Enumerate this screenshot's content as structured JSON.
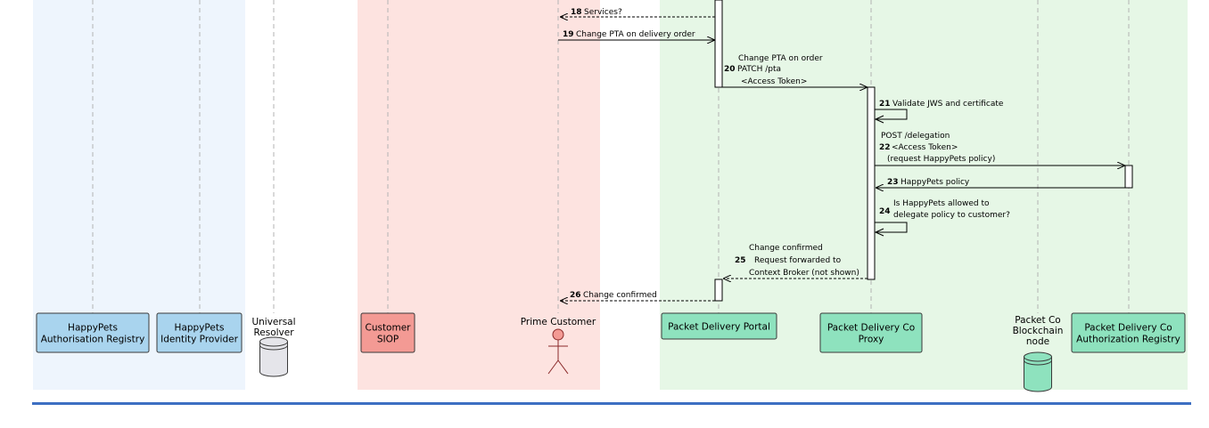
{
  "colors": {
    "box_blue": "#eef5fd",
    "box_red": "#fde3e0",
    "box_green": "#e6f7e6",
    "participant_blue": "#a9d4ee",
    "participant_red": "#f39a94",
    "participant_green": "#8ee2be",
    "lifeline": "#b3b3b3",
    "footer_rule": "#3d6fc2"
  },
  "participants": [
    {
      "name": "happypets-authorisation-registry",
      "lines": [
        "HappyPets",
        "Authorisation Registry"
      ],
      "shape": "rect",
      "group": "blue"
    },
    {
      "name": "happypets-identity-provider",
      "lines": [
        "HappyPets",
        "Identity Provider"
      ],
      "shape": "rect",
      "group": "blue"
    },
    {
      "name": "universal-resolver",
      "lines": [
        "Universal",
        "Resolver"
      ],
      "shape": "database",
      "group": "none"
    },
    {
      "name": "customer-siop",
      "lines": [
        "Customer",
        "SIOP"
      ],
      "shape": "rect",
      "group": "red"
    },
    {
      "name": "prime-customer",
      "lines": [
        "Prime Customer"
      ],
      "shape": "actor",
      "group": "red"
    },
    {
      "name": "packet-delivery-portal",
      "lines": [
        "Packet Delivery Portal"
      ],
      "shape": "rect",
      "group": "green"
    },
    {
      "name": "packet-delivery-co-proxy",
      "lines": [
        "Packet Delivery Co",
        "Proxy"
      ],
      "shape": "rect",
      "group": "green"
    },
    {
      "name": "packet-co-blockchain-node",
      "lines": [
        "Packet Co",
        "Blockchain",
        "node"
      ],
      "shape": "database",
      "group": "green"
    },
    {
      "name": "packet-delivery-co-authorization-registry",
      "lines": [
        "Packet Delivery Co",
        "Authorization Registry"
      ],
      "shape": "rect",
      "group": "green"
    }
  ],
  "messages": [
    {
      "num": "18",
      "text": [
        "Services?"
      ],
      "from": "packet-delivery-portal",
      "to": "prime-customer",
      "style": "dashed"
    },
    {
      "num": "19",
      "text": [
        "Change PTA on delivery order"
      ],
      "from": "prime-customer",
      "to": "packet-delivery-portal",
      "style": "solid"
    },
    {
      "num": "20",
      "text": [
        "Change PTA on order",
        "PATCH /pta",
        "<Access Token>"
      ],
      "from": "packet-delivery-portal",
      "to": "packet-delivery-co-proxy",
      "style": "solid"
    },
    {
      "num": "21",
      "text": [
        "Validate JWS and certificate"
      ],
      "from": "packet-delivery-co-proxy",
      "to": "packet-delivery-co-proxy",
      "style": "self"
    },
    {
      "num": "22",
      "text": [
        "POST /delegation",
        "<Access Token>",
        "(request HappyPets policy)"
      ],
      "from": "packet-delivery-co-proxy",
      "to": "packet-delivery-co-authorization-registry",
      "style": "solid"
    },
    {
      "num": "23",
      "text": [
        "HappyPets policy"
      ],
      "from": "packet-delivery-co-authorization-registry",
      "to": "packet-delivery-co-proxy",
      "style": "solid"
    },
    {
      "num": "24",
      "text": [
        "Is HappyPets allowed to",
        "delegate policy to customer?"
      ],
      "from": "packet-delivery-co-proxy",
      "to": "packet-delivery-co-proxy",
      "style": "self"
    },
    {
      "num": "25",
      "text": [
        "Change confirmed",
        "Request forwarded to",
        "Context Broker (not shown)"
      ],
      "from": "packet-delivery-co-proxy",
      "to": "packet-delivery-portal",
      "style": "dashed"
    },
    {
      "num": "26",
      "text": [
        "Change confirmed"
      ],
      "from": "packet-delivery-portal",
      "to": "prime-customer",
      "style": "dashed"
    }
  ]
}
